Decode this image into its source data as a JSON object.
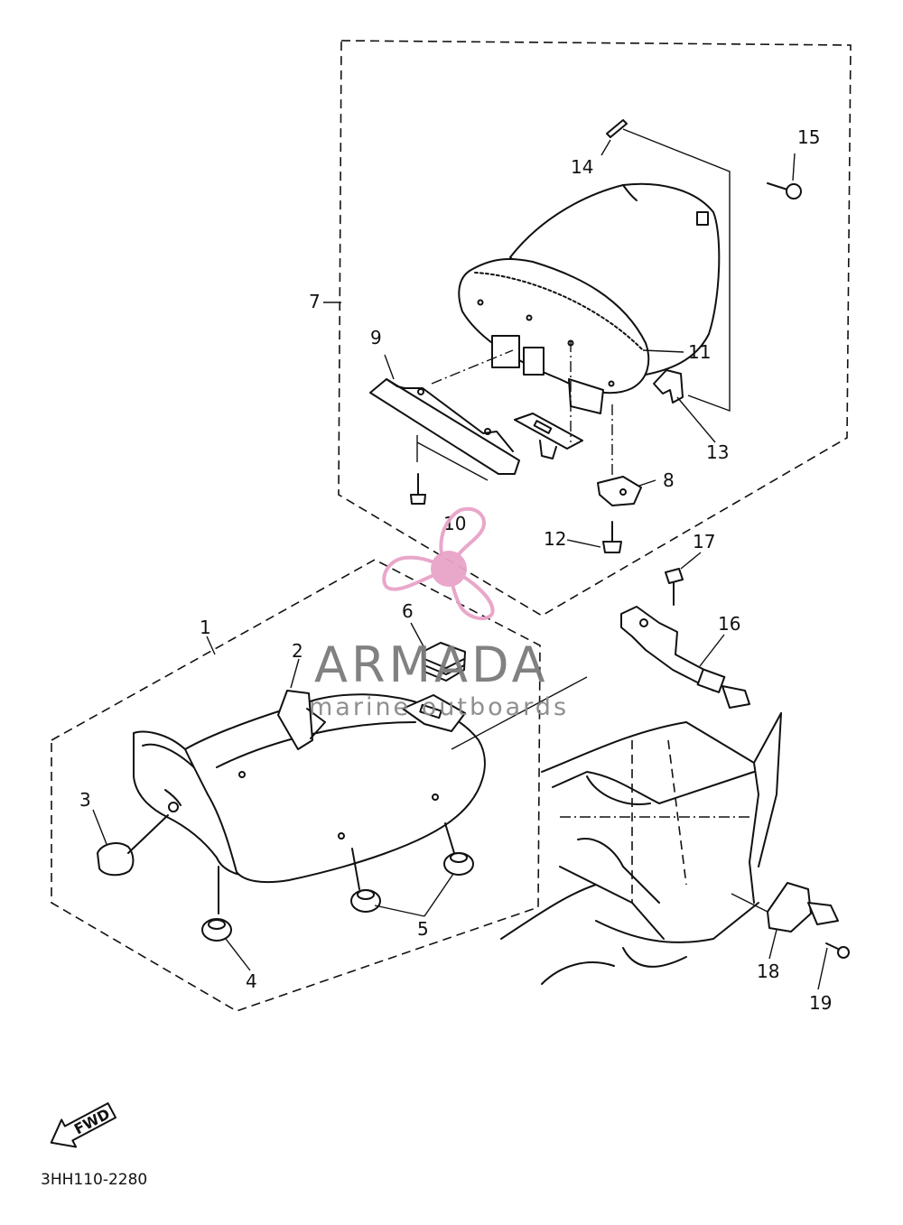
{
  "diagram": {
    "code": "3HH110-2280",
    "forward_label": "FWD",
    "labels": {
      "p1": "1",
      "p2": "2",
      "p3": "3",
      "p4": "4",
      "p5": "5",
      "p6": "6",
      "p7": "7",
      "p8": "8",
      "p9": "9",
      "p10": "10",
      "p11": "11",
      "p12": "12",
      "p13": "13",
      "p14": "14",
      "p15": "15",
      "p16": "16",
      "p17": "17",
      "p18": "18",
      "p19": "19"
    }
  },
  "watermark": {
    "brand": "ARMADA",
    "tagline": "marine outboards",
    "logo_color": "#e8a3c8",
    "text_color": "#7b7b7b"
  }
}
